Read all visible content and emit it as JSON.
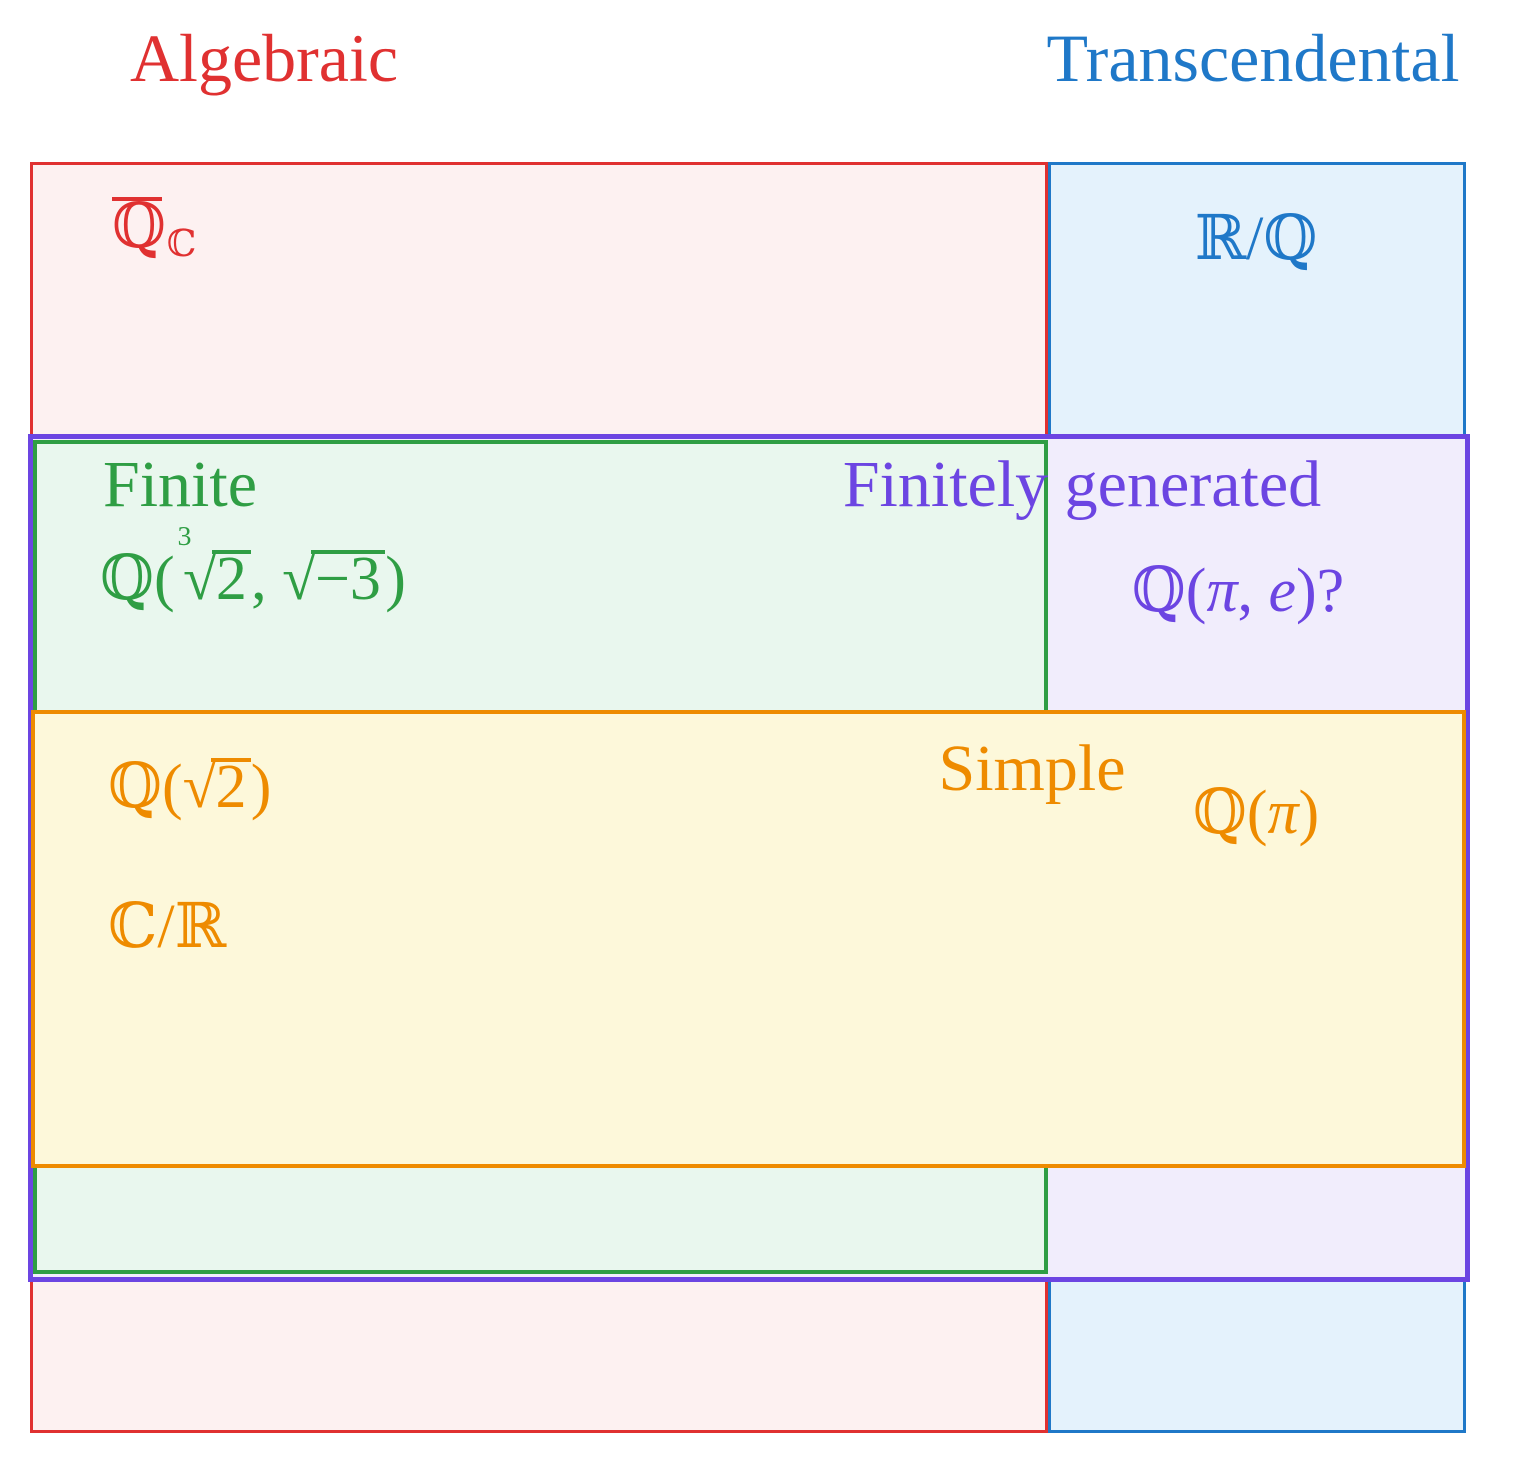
{
  "titles": {
    "algebraic": "Algebraic",
    "transcendental": "Transcendental"
  },
  "labels": {
    "algebraic_closure": {
      "base": "ℚ",
      "subscript": "ℂ"
    },
    "reals_over_rationals": "ℝ/ℚ",
    "finite": {
      "label": "Finite",
      "example": {
        "prefix": "ℚ(",
        "cube_root_index": "3",
        "radical1": "√",
        "radicand1": "2",
        "separator": ", ",
        "radical2": "√",
        "radicand2": "−3",
        "suffix": ")"
      }
    },
    "finitely_generated": {
      "label": "Finitely generated",
      "example": {
        "prefix": "ℚ(",
        "pi": "π",
        "separator": ", ",
        "e": "e",
        "suffix": ")?"
      }
    },
    "simple": {
      "label": "Simple",
      "example_q_sqrt2": {
        "prefix": "ℚ(",
        "radical": "√",
        "radicand": "2",
        "suffix": ")"
      },
      "example_c_over_r": "ℂ/ℝ",
      "example_q_pi": {
        "prefix": "ℚ(",
        "pi": "π",
        "suffix": ")"
      }
    }
  },
  "colors": {
    "algebraic": "#e03131",
    "transcendental": "#1f78c8",
    "finite": "#2f9e44",
    "finitely_generated": "#6c45e2",
    "simple": "#ee8b00"
  },
  "fills": {
    "algebraic": "#fdf1f1",
    "transcendental": "#e4f2fc",
    "finite": "#e9f7ee",
    "finitely_generated": "#f1edfc",
    "simple": "#fdf8da"
  }
}
